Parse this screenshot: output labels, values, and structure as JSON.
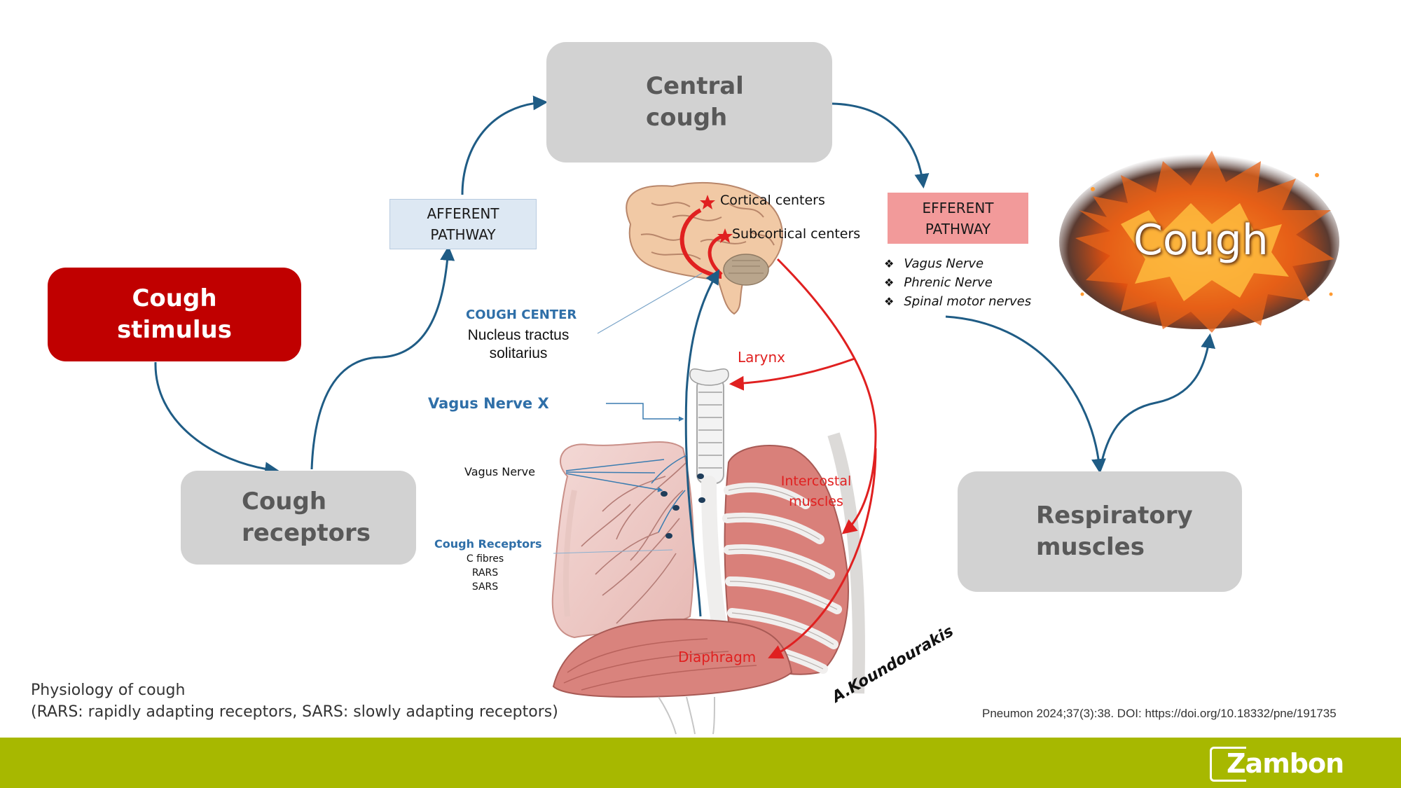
{
  "diagram": {
    "boxes": {
      "cough_stimulus": "Cough\nstimulus",
      "central_cough": "Central\ncough",
      "cough_receptors": "Cough\nreceptors",
      "respiratory_muscles": "Respiratory\nmuscles"
    },
    "afferent": "AFFERENT\nPATHWAY",
    "efferent": "EFFERENT\nPATHWAY",
    "efferent_nerves": [
      "Vagus Nerve",
      "Phrenic Nerve",
      "Spinal motor nerves"
    ],
    "cough_label": "Cough",
    "anatomy": {
      "cortical": "Cortical centers",
      "subcortical": "Subcortical centers",
      "cough_center_title": "COUGH CENTER",
      "cough_center_sub": "Nucleus tractus\nsolitarius",
      "vagus_x": "Vagus Nerve X",
      "vagus": "Vagus Nerve",
      "receptors_title": "Cough Receptors",
      "receptor_types": [
        "C fibres",
        "RARS",
        "SARS"
      ],
      "larynx": "Larynx",
      "intercostal": "Intercostal\nmuscles",
      "diaphragm": "Diaphragm",
      "signature": "A.Koundourakis"
    },
    "caption_line1": "Physiology of cough",
    "caption_line2": "(RARS: rapidly adapting receptors, SARS: slowly adapting receptors)",
    "citation": "Pneumon 2024;37(3):38. DOI: https://doi.org/10.18332/pne/191735",
    "brand": "Zambon"
  },
  "colors": {
    "stimulus_red": "#c00000",
    "box_gray": "#d2d2d2",
    "box_text": "#595959",
    "afferent_bg": "#dde8f3",
    "efferent_bg": "#f29a9a",
    "arrow_blue": "#1f5c85",
    "nerve_red": "#e02020",
    "brand_green": "#a7b800"
  }
}
